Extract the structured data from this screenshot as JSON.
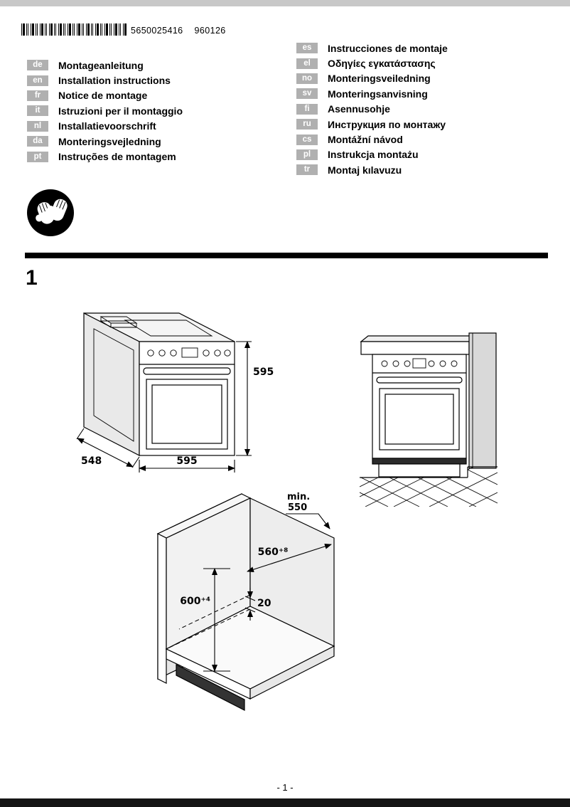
{
  "page": {
    "barcode_number": "5650025416",
    "barcode_code": "960126",
    "figure_number": "1",
    "page_number": "- 1 -"
  },
  "colors": {
    "page_bg": "#ffffff",
    "bar": "#000000",
    "badge_bg": "#b0b0b0"
  },
  "icons": {
    "safety_icon": "protective-gloves"
  },
  "languages_left": [
    {
      "code": "de",
      "label": "Montageanleitung"
    },
    {
      "code": "en",
      "label": "Installation instructions"
    },
    {
      "code": "fr",
      "label": "Notice de montage"
    },
    {
      "code": "it",
      "label": "Istruzioni per il montaggio"
    },
    {
      "code": "nl",
      "label": "Installatievoorschrift"
    },
    {
      "code": "da",
      "label": "Monteringsvejledning"
    },
    {
      "code": "pt",
      "label": "Instruções de montagem"
    }
  ],
  "languages_right": [
    {
      "code": "es",
      "label": "Instrucciones de montaje"
    },
    {
      "code": "el",
      "label": "Οδηγίες εγκατάστασης"
    },
    {
      "code": "no",
      "label": "Monteringsveiledning"
    },
    {
      "code": "sv",
      "label": "Monteringsanvisning"
    },
    {
      "code": "fi",
      "label": "Asennusohje"
    },
    {
      "code": "ru",
      "label": "Инструкция по монтажу"
    },
    {
      "code": "cs",
      "label": "Montážní návod"
    },
    {
      "code": "pl",
      "label": "Instrukcja montażu"
    },
    {
      "code": "tr",
      "label": "Montaj kılavuzu"
    }
  ],
  "figure": {
    "dims": {
      "oven_height": "595",
      "oven_depth": "548",
      "oven_width": "595",
      "min_label": "min.",
      "min_depth": "550",
      "niche_width": "560⁺⁸",
      "niche_height": "600⁺⁴",
      "gap": "20"
    }
  }
}
